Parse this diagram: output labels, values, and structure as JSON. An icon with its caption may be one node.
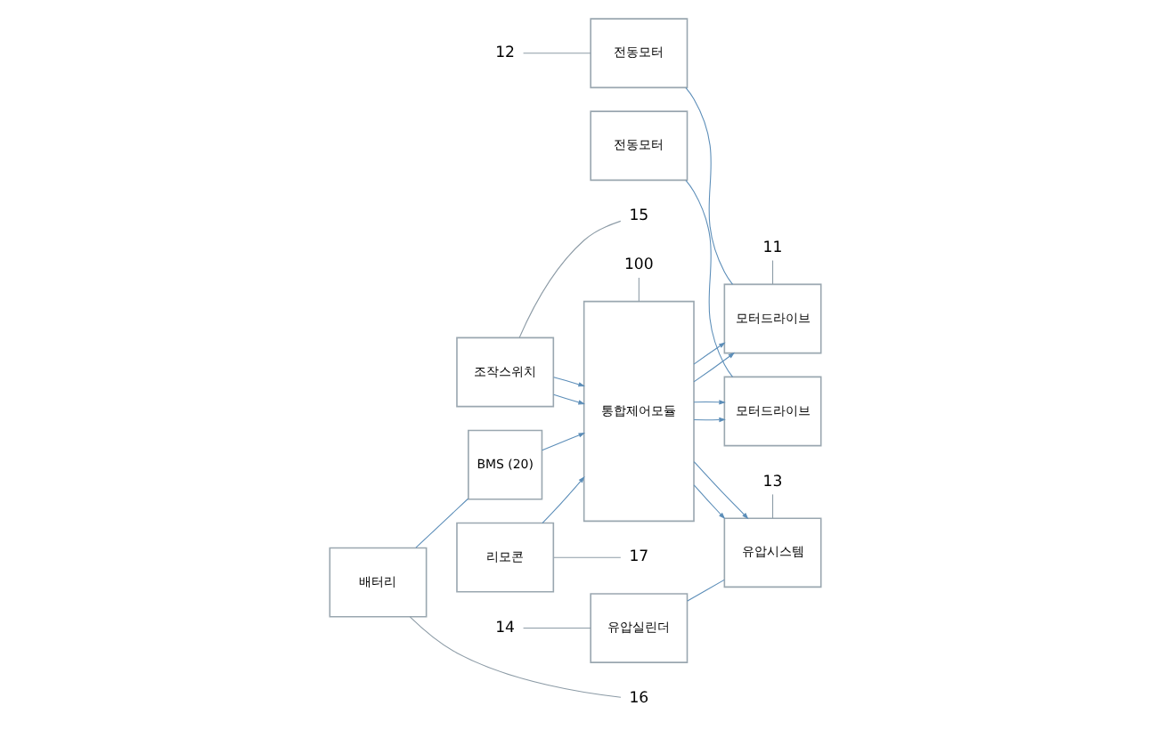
{
  "diagram": {
    "nodes": [
      {
        "text": [
          "전동모터"
        ]
      },
      {
        "text": [
          "모터드라이브"
        ]
      },
      {
        "text": [
          "전동모터"
        ]
      },
      {
        "text": [
          "모터드라이브"
        ]
      },
      {
        "text": [
          "유압실린더"
        ]
      },
      {
        "text": [
          "유압시스템"
        ]
      },
      {
        "text": [
          "통합제어모듈"
        ]
      },
      {
        "text": [
          "조작스위치"
        ]
      },
      {
        "text": [
          "BMS (20)"
        ]
      },
      {
        "text": [
          "배터리"
        ]
      },
      {
        "text": [
          "리모콘"
        ]
      },
      {
        "text": [
          "11"
        ]
      },
      {
        "text": [
          "12"
        ]
      },
      {
        "text": [
          "13"
        ]
      },
      {
        "text": [
          "14"
        ]
      },
      {
        "text": [
          "100"
        ]
      },
      {
        "text": [
          "15"
        ]
      },
      {
        "text": [
          "16"
        ]
      },
      {
        "text": [
          "17"
        ]
      }
    ],
    "edges": [
      {
        "from": 0,
        "to": 1,
        "arrow": "none"
      },
      {
        "from": 2,
        "to": 3,
        "arrow": "none"
      },
      {
        "from": 4,
        "to": 5,
        "arrow": "none"
      },
      {
        "from": 6,
        "to": 1,
        "arrow": "to"
      },
      {
        "from": 6,
        "to": 1,
        "arrow": "to"
      },
      {
        "from": 6,
        "to": 3,
        "arrow": "to"
      },
      {
        "from": 6,
        "to": 3,
        "arrow": "to"
      },
      {
        "from": 6,
        "to": 5,
        "arrow": "to"
      },
      {
        "from": 6,
        "to": 5,
        "arrow": "to"
      },
      {
        "from": 7,
        "to": 6,
        "arrow": "to"
      },
      {
        "from": 7,
        "to": 6,
        "arrow": "to"
      },
      {
        "from": 8,
        "to": 6,
        "arrow": "to"
      },
      {
        "from": 9,
        "to": 8,
        "arrow": "none"
      },
      {
        "from": 10,
        "to": 6,
        "arrow": "to"
      },
      {
        "from": 11,
        "to": 1,
        "arrow": "none",
        "color": "#8c9ba6"
      },
      {
        "from": 12,
        "to": 0,
        "arrow": "none",
        "color": "#8c9ba6"
      },
      {
        "from": 13,
        "to": 5,
        "arrow": "none",
        "color": "#8c9ba6"
      },
      {
        "from": 14,
        "to": 4,
        "arrow": "none",
        "color": "#8c9ba6"
      },
      {
        "from": 15,
        "to": 6,
        "arrow": "none",
        "color": "#8c9ba6"
      },
      {
        "from": 7,
        "to": 16,
        "arrow": "none",
        "color": "#8c9ba6"
      },
      {
        "from": 9,
        "to": 17,
        "arrow": "none",
        "color": "#8c9ba6"
      },
      {
        "from": 10,
        "to": 18,
        "arrow": "none",
        "color": "#8c9ba6"
      }
    ]
  }
}
